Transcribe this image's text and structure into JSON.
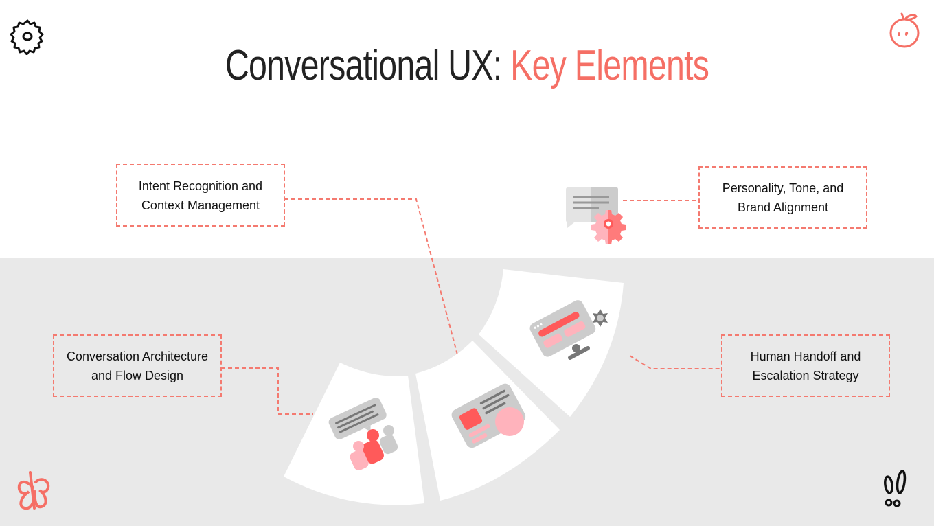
{
  "slide": {
    "title_main": "Conversational UX:",
    "title_accent": "Key Elements",
    "colors": {
      "accent": "#f56f65",
      "dashed_line": "#f47a70",
      "band": "#e9e9e9",
      "title_text": "#222222",
      "icon_gray": "#cccccc",
      "icon_dark_gray": "#777777",
      "icon_red": "#ff5a5a",
      "icon_pink": "#ffb3bc"
    }
  },
  "elements": [
    {
      "id": "intent",
      "line1": "Intent Recognition and",
      "line2": "Context Management"
    },
    {
      "id": "personality",
      "line1": "Personality, Tone, and",
      "line2": "Brand Alignment"
    },
    {
      "id": "architecture",
      "line1": "Conversation Architecture",
      "line2": "and Flow Design"
    },
    {
      "id": "handoff",
      "line1": "Human Handoff and",
      "line2": "Escalation Strategy"
    }
  ],
  "icons": {
    "top_left": "gear-doodle-icon",
    "top_right": "apple-doodle-icon",
    "bottom_left": "butterfly-doodle-icon",
    "bottom_right": "double-exclamation-doodle-icon",
    "personality": "chat-bubble-gear-icon",
    "sector_1": "chat-people-icon",
    "sector_2": "profile-card-icon",
    "sector_3": "monitor-settings-icon"
  }
}
